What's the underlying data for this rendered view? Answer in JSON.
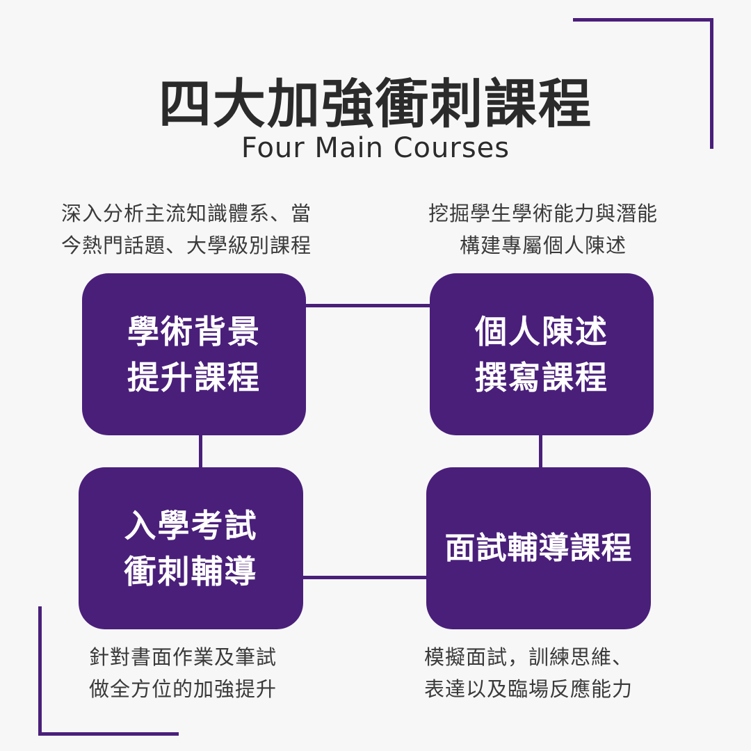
{
  "header": {
    "title": "四大加強衝刺課程",
    "subtitle": "Four Main Courses"
  },
  "courses": {
    "academic": {
      "label_line1": "學術背景",
      "label_line2": "提升課程",
      "description_line1": "深入分析主流知識體系、當",
      "description_line2": "今熱門話題、大學級別課程"
    },
    "personal_statement": {
      "label_line1": "個人陳述",
      "label_line2": "撰寫課程",
      "description_line1": "挖掘學生學術能力與潛能",
      "description_line2": "構建專屬個人陳述"
    },
    "entrance_exam": {
      "label_line1": "入學考試",
      "label_line2": "衝刺輔導",
      "description_line1": "針對書面作業及筆試",
      "description_line2": "做全方位的加強提升"
    },
    "interview": {
      "label_line1": "面試輔導課程",
      "description_line1": "模擬面試，訓練思維、",
      "description_line2": "表達以及臨場反應能力"
    }
  },
  "colors": {
    "accent": "#4a1f7a",
    "background": "#f7f7f8",
    "text": "#2b2b2b"
  }
}
